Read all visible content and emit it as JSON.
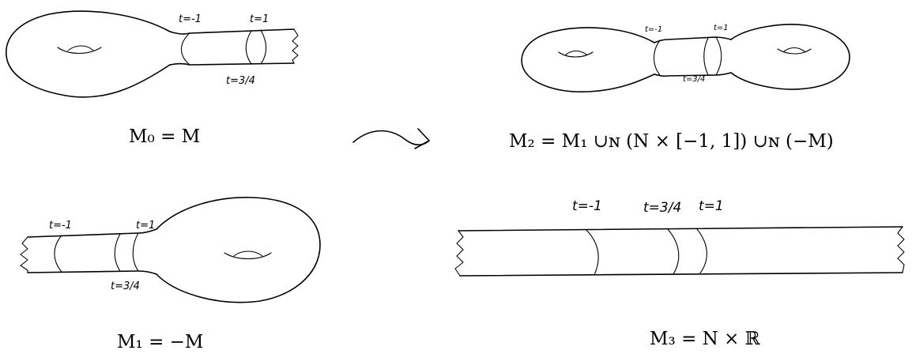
{
  "panels": {
    "m0": {
      "caption": "M₀ = M",
      "labels": {
        "t_neg1": "t=-1",
        "t_1": "t=1",
        "t_34": "t=3/4"
      }
    },
    "m1": {
      "caption": "M₁ = −M",
      "labels": {
        "t_neg1": "t=-1",
        "t_1": "t=1",
        "t_34": "t=3/4"
      }
    },
    "m2": {
      "caption": "M₂ = M₁ ∪ɴ (N × [−1, 1]) ∪ɴ (−M)",
      "labels": {
        "t_neg1": "t=-1",
        "t_1": "t=1",
        "t_34": "t=3/4"
      }
    },
    "m3": {
      "caption": "M₃  =  N × ℝ",
      "labels": {
        "t_neg1": "t=-1",
        "t_34": "t=3/4",
        "t_1": "t=1"
      }
    }
  },
  "arrow": {
    "symbol": "squiggle-arrow"
  }
}
